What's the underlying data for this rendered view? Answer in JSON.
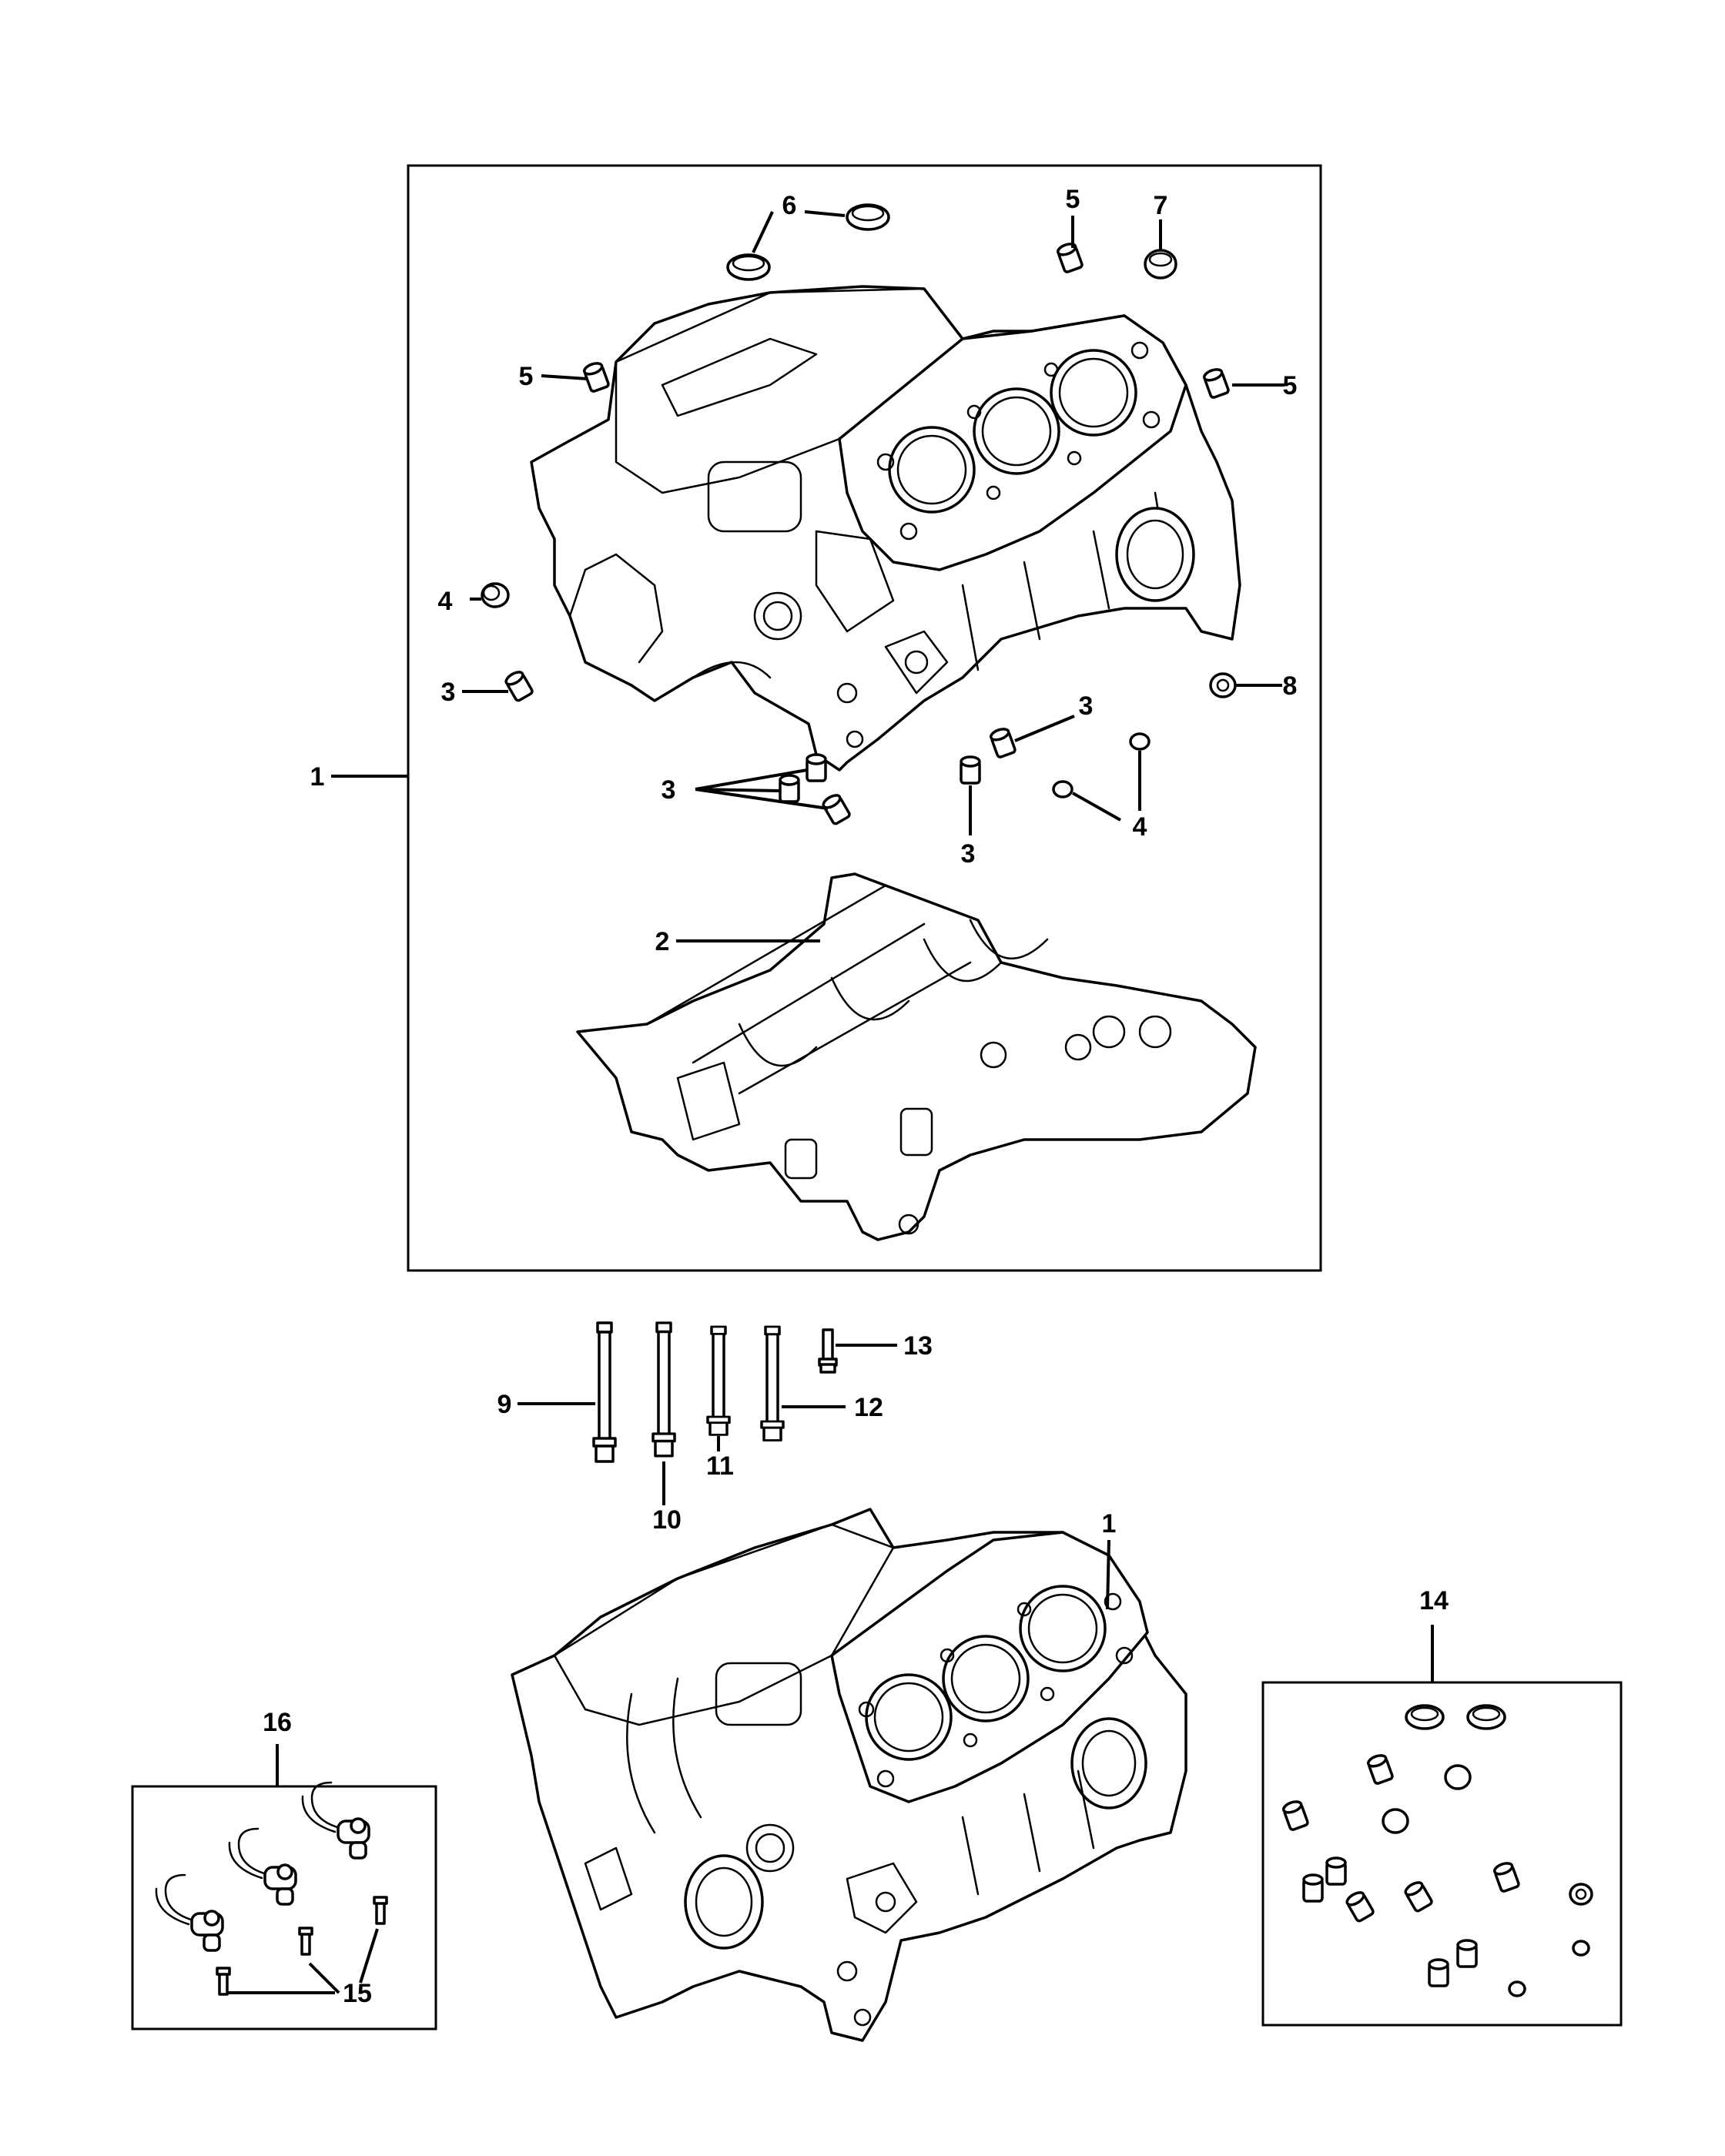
{
  "labels": {
    "c1_main": "1",
    "c1_bottom": "1",
    "c2": "2",
    "c3_a": "3",
    "c3_b": "3",
    "c3_c": "3",
    "c3_d": "3",
    "c4_a": "4",
    "c4_b": "4",
    "c5_a": "5",
    "c5_b": "5",
    "c5_c": "5",
    "c6": "6",
    "c7": "7",
    "c8": "8",
    "c9": "9",
    "c10": "10",
    "c11": "11",
    "c12": "12",
    "c13": "13",
    "c14": "14",
    "c15": "15",
    "c16": "16"
  },
  "colors": {
    "line": "#000000",
    "background": "#ffffff"
  }
}
